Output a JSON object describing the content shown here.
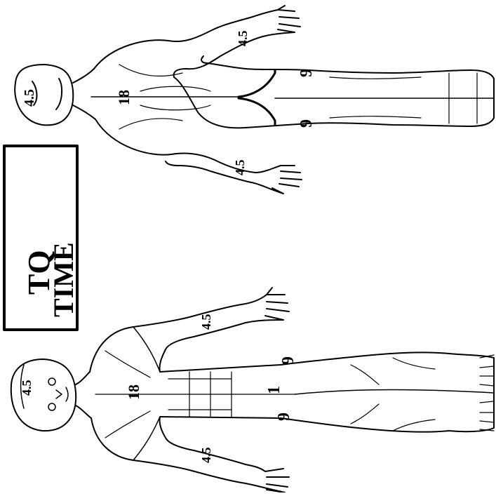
{
  "tq_box": {
    "title": "TQ",
    "subtitle": "TIME"
  },
  "figure_back": {
    "head": "4.5",
    "torso": "18",
    "arm_upper": "4.5",
    "arm_lower": "4.5",
    "leg_upper": "9",
    "leg_lower": "9"
  },
  "figure_front": {
    "head": "4.5",
    "torso": "18",
    "arm_upper": "4.5",
    "arm_lower": "4.5",
    "groin": "1",
    "leg_upper": "9",
    "leg_lower": "9"
  }
}
